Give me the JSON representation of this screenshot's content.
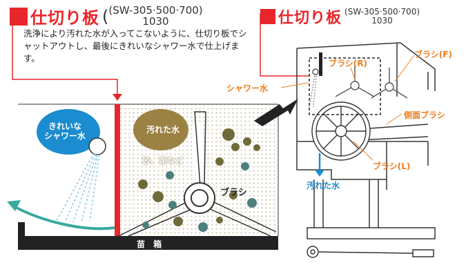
{
  "left": {
    "title": "仕切り板",
    "model_line1": "(SW-305·500·700)",
    "model_line2": "1030",
    "description": "洗浄により汚れた水が入ってこないように、仕切り板でシャットアウトし、最後にきれいなシャワー水で仕上げます。",
    "clean_label": "きれいな\nシャワー水",
    "dirty_label": "汚れた水",
    "sand_label": "砂、泥など",
    "brush_label": "ブラシ",
    "box_label": "苗 箱"
  },
  "right": {
    "title": "仕切り板",
    "model_line1": "(SW-305·500·700)",
    "model_line2": "1030",
    "brush_r": "ブラシ(R)",
    "brush_f": "ブラシ(F)",
    "shower": "シャワー水",
    "side_brush": "側面ブラシ",
    "brush_l": "ブラシ(L)",
    "dirty_water": "汚れた水"
  },
  "colors": {
    "red": "#e8262b",
    "orange": "#ee7d1f",
    "blue": "#1a8ccf",
    "mud": "#9b8144",
    "dark": "#222222"
  }
}
